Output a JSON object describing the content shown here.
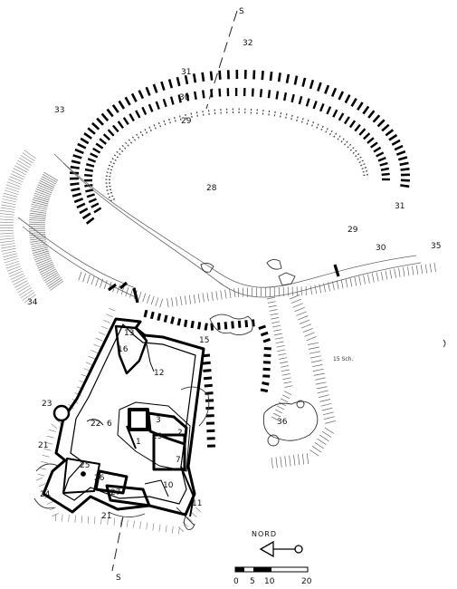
{
  "labels": {
    "s_top": "S",
    "s_bottom": "S",
    "n1": "1",
    "n2": "2",
    "n3": "3",
    "n6": "6",
    "n7": "7",
    "n10": "10",
    "n11": "11",
    "n12": "12",
    "n13": "13",
    "n15": "15",
    "n16": "16",
    "n19": "19",
    "n21a": "21",
    "n21b": "21",
    "n22": "22",
    "n23": "23",
    "n24": "24",
    "n25": "25",
    "n26": "26",
    "n27": "27",
    "n28": "28",
    "n29a": "29",
    "n29b": "29",
    "n30a": "30",
    "n30b": "30",
    "n31a": "31",
    "n31b": "31",
    "n32": "32",
    "n33": "33",
    "n34": "34",
    "n35": "35",
    "n36": "36",
    "small_note": "15 Sch."
  },
  "north": {
    "label": "NORD"
  },
  "scale_bar": {
    "ticks": [
      "0",
      "5",
      "10",
      "",
      "20"
    ]
  },
  "colors": {
    "ink": "#111111",
    "hatch": "#555555",
    "paper": "#ffffff"
  }
}
